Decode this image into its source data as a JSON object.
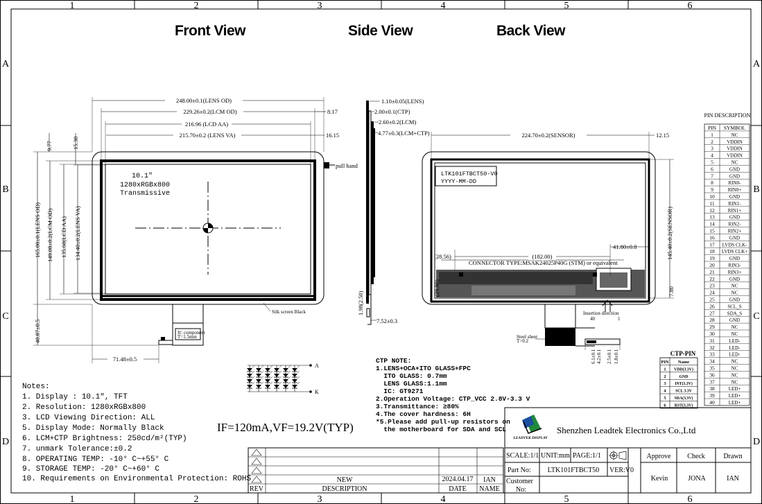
{
  "border": {
    "cols": [
      "1",
      "2",
      "3",
      "4",
      "5",
      "6"
    ],
    "rows": [
      "A",
      "B",
      "C",
      "D"
    ]
  },
  "views": {
    "front": "Front View",
    "side": "Side View",
    "back": "Back View"
  },
  "front": {
    "lens_od_w": "248.00±0.1(LENS OD)",
    "lcm_od_w": "229.26±0.2(LCM OD)",
    "lcd_aa_w": "216.96 (LCD AA)",
    "lens_va_w": "215.70±0.2 (LENS VA)",
    "d_817": "8.17",
    "d_1615": "16.15",
    "d_977": "9.77",
    "d_1530": "15.30",
    "lens_od_h": "165.00±0.1(LENS OD)",
    "lcm_od_h": "149.08±0.2(LCM OD)",
    "lcd_aa_h": "135.60(LCD AA)",
    "lens_va_h": "134.40±0.2(LENS VA)",
    "label_size": "10.1\"",
    "label_res": "1280xRGBx800",
    "label_mode": "Transmissive",
    "pull_hand": "pull hand",
    "silk": "Silk screen Black",
    "d_4087": "40.87±0.5",
    "d_7148": "71.48±0.5",
    "component": "IC component",
    "component2": "T=1.5mm"
  },
  "side": {
    "d1": "1.10±0.05(LENS)",
    "d2": "2.00±0.1(CTP)",
    "d3": "2.60±0.2(LCM)",
    "d4": "4.77±0.3(LCM+CTP)",
    "d5": "1.98(2.50)",
    "d6": "7.52±0.3"
  },
  "back": {
    "sensor_w": "224.70±0.2(SENSOR)",
    "d_1215": "12.15",
    "sensor_h": "145.40±0.2(SENSOR)",
    "label1": "LTK101FTBCT50-V0",
    "label2": "YYYY-MM-DD",
    "d_182": "(182.00)",
    "d_2856": "(28.56)",
    "d_4180": "41.80±0.8",
    "connector": "CONNECTOR TYPE:MSAK24025P40G (STM) or equivalent",
    "d_2990": "(29.90)",
    "d_780": "7.80",
    "insertion": "Insertion direction",
    "pin40": "40",
    "pin1": "1",
    "steel": "Steel sheet",
    "steel2": "T=0.2",
    "ctp_dims": [
      "6.1±0.1",
      "4.2±0.1",
      "2.5±0.1",
      "1.8±0.1"
    ]
  },
  "pin_desc": {
    "title": "PIN DESCRIPTION",
    "headers": [
      "PIN",
      "SYMBOL"
    ],
    "rows": [
      [
        "1",
        "NC"
      ],
      [
        "2",
        "VDDIN"
      ],
      [
        "3",
        "VDDIN"
      ],
      [
        "4",
        "VDDIN"
      ],
      [
        "5",
        "NC"
      ],
      [
        "6",
        "GND"
      ],
      [
        "7",
        "GND"
      ],
      [
        "8",
        "RIN0-"
      ],
      [
        "9",
        "RIN0+"
      ],
      [
        "10",
        "GND"
      ],
      [
        "11",
        "RIN1-"
      ],
      [
        "12",
        "RIN1+"
      ],
      [
        "13",
        "GND"
      ],
      [
        "14",
        "RIN2-"
      ],
      [
        "15",
        "RIN2+"
      ],
      [
        "16",
        "GND"
      ],
      [
        "17",
        "LVDS CLK-"
      ],
      [
        "18",
        "LVDS CLK+"
      ],
      [
        "19",
        "GND"
      ],
      [
        "20",
        "RIN3-"
      ],
      [
        "21",
        "RIN3+"
      ],
      [
        "22",
        "GND"
      ],
      [
        "23",
        "NC"
      ],
      [
        "24",
        "NC"
      ],
      [
        "25",
        "GND"
      ],
      [
        "26",
        "SCL_S"
      ],
      [
        "27",
        "SDA_S"
      ],
      [
        "28",
        "GND"
      ],
      [
        "29",
        "NC"
      ],
      [
        "30",
        "NC"
      ],
      [
        "31",
        "LED-"
      ],
      [
        "32",
        "LED-"
      ],
      [
        "33",
        "LED-"
      ],
      [
        "34",
        "NC"
      ],
      [
        "35",
        "NC"
      ],
      [
        "36",
        "NC"
      ],
      [
        "37",
        "NC"
      ],
      [
        "38",
        "LED+"
      ],
      [
        "39",
        "LED+"
      ],
      [
        "40",
        "LED+"
      ]
    ]
  },
  "ctp_pin": {
    "title": "CTP-PIN",
    "headers": [
      "PIN",
      "Name"
    ],
    "rows": [
      [
        "1",
        "VDD(3.3V)"
      ],
      [
        "2",
        "GND"
      ],
      [
        "3",
        "INT(3.3V)"
      ],
      [
        "4",
        "SCL 3.3V"
      ],
      [
        "5",
        "SDA(3.3V)"
      ],
      [
        "6",
        "RST(3.3V)"
      ]
    ]
  },
  "led": {
    "a": "A",
    "k": "K",
    "if_vf": "IF=120mA,VF=19.2V(TYP)"
  },
  "ctp_note": {
    "title": "CTP NOTE:",
    "lines": [
      "1.LENS+OCA+ITO GLASS+FPC",
      "  ITO GLASS: 0.7mm",
      "  LENS GLASS:1.1mm",
      "  IC: GT9271",
      "2.Operation Voltage: CTP_VCC 2.8V-3.3 V",
      "3.Transmittance: ≥80%",
      "4.The cover hardness: 6H",
      "*5.Please add pull-up resistors on",
      "  the motherboard for SDA and SCL"
    ]
  },
  "notes": {
    "title": "Notes:",
    "lines": [
      "1. Display : 10.1\",  TFT",
      "2. Resolution: 1280xRGBx800",
      "3. LCD Viewing Direction: ALL",
      "5. Display Mode: Normally Black",
      "6. LCM+CTP Brightness: 250cd/m²(TYP)",
      "7. unmark Tolerance:±0.2",
      "8. OPERATING TEMP: -10° C~+55° C",
      "9. STORAGE TEMP: -20° C~+60° C",
      "10. Requirements on Environmental Protection: ROHS"
    ]
  },
  "revision": {
    "rev_label": "REV",
    "desc_label": "DESCRIPTION",
    "date_label": "DATE",
    "name_label": "NAME",
    "desc": "NEW",
    "date": "2024.04.17",
    "name": "IAN"
  },
  "title_block": {
    "logo_text": "LEADTEK DISPLAY",
    "company": "Shenzhen Leadtek Electronics Co.,Ltd",
    "scale": "SCALE:1/1",
    "unit": "UNIT:mm",
    "page": "PAGE:1/1",
    "approve": "Approve",
    "check": "Check",
    "drawn": "Drawn",
    "part_label": "Part No:",
    "part_no": "LTK101FTBCT50",
    "ver": "VER:V0",
    "customer_label1": "Customer",
    "customer_label2": "No:",
    "approve_name": "Kevin",
    "check_name": "JONA",
    "drawn_name": "IAN"
  },
  "colors": {
    "line": "#000000",
    "panel_dark": "#333333",
    "fill_gray": "#666666"
  }
}
